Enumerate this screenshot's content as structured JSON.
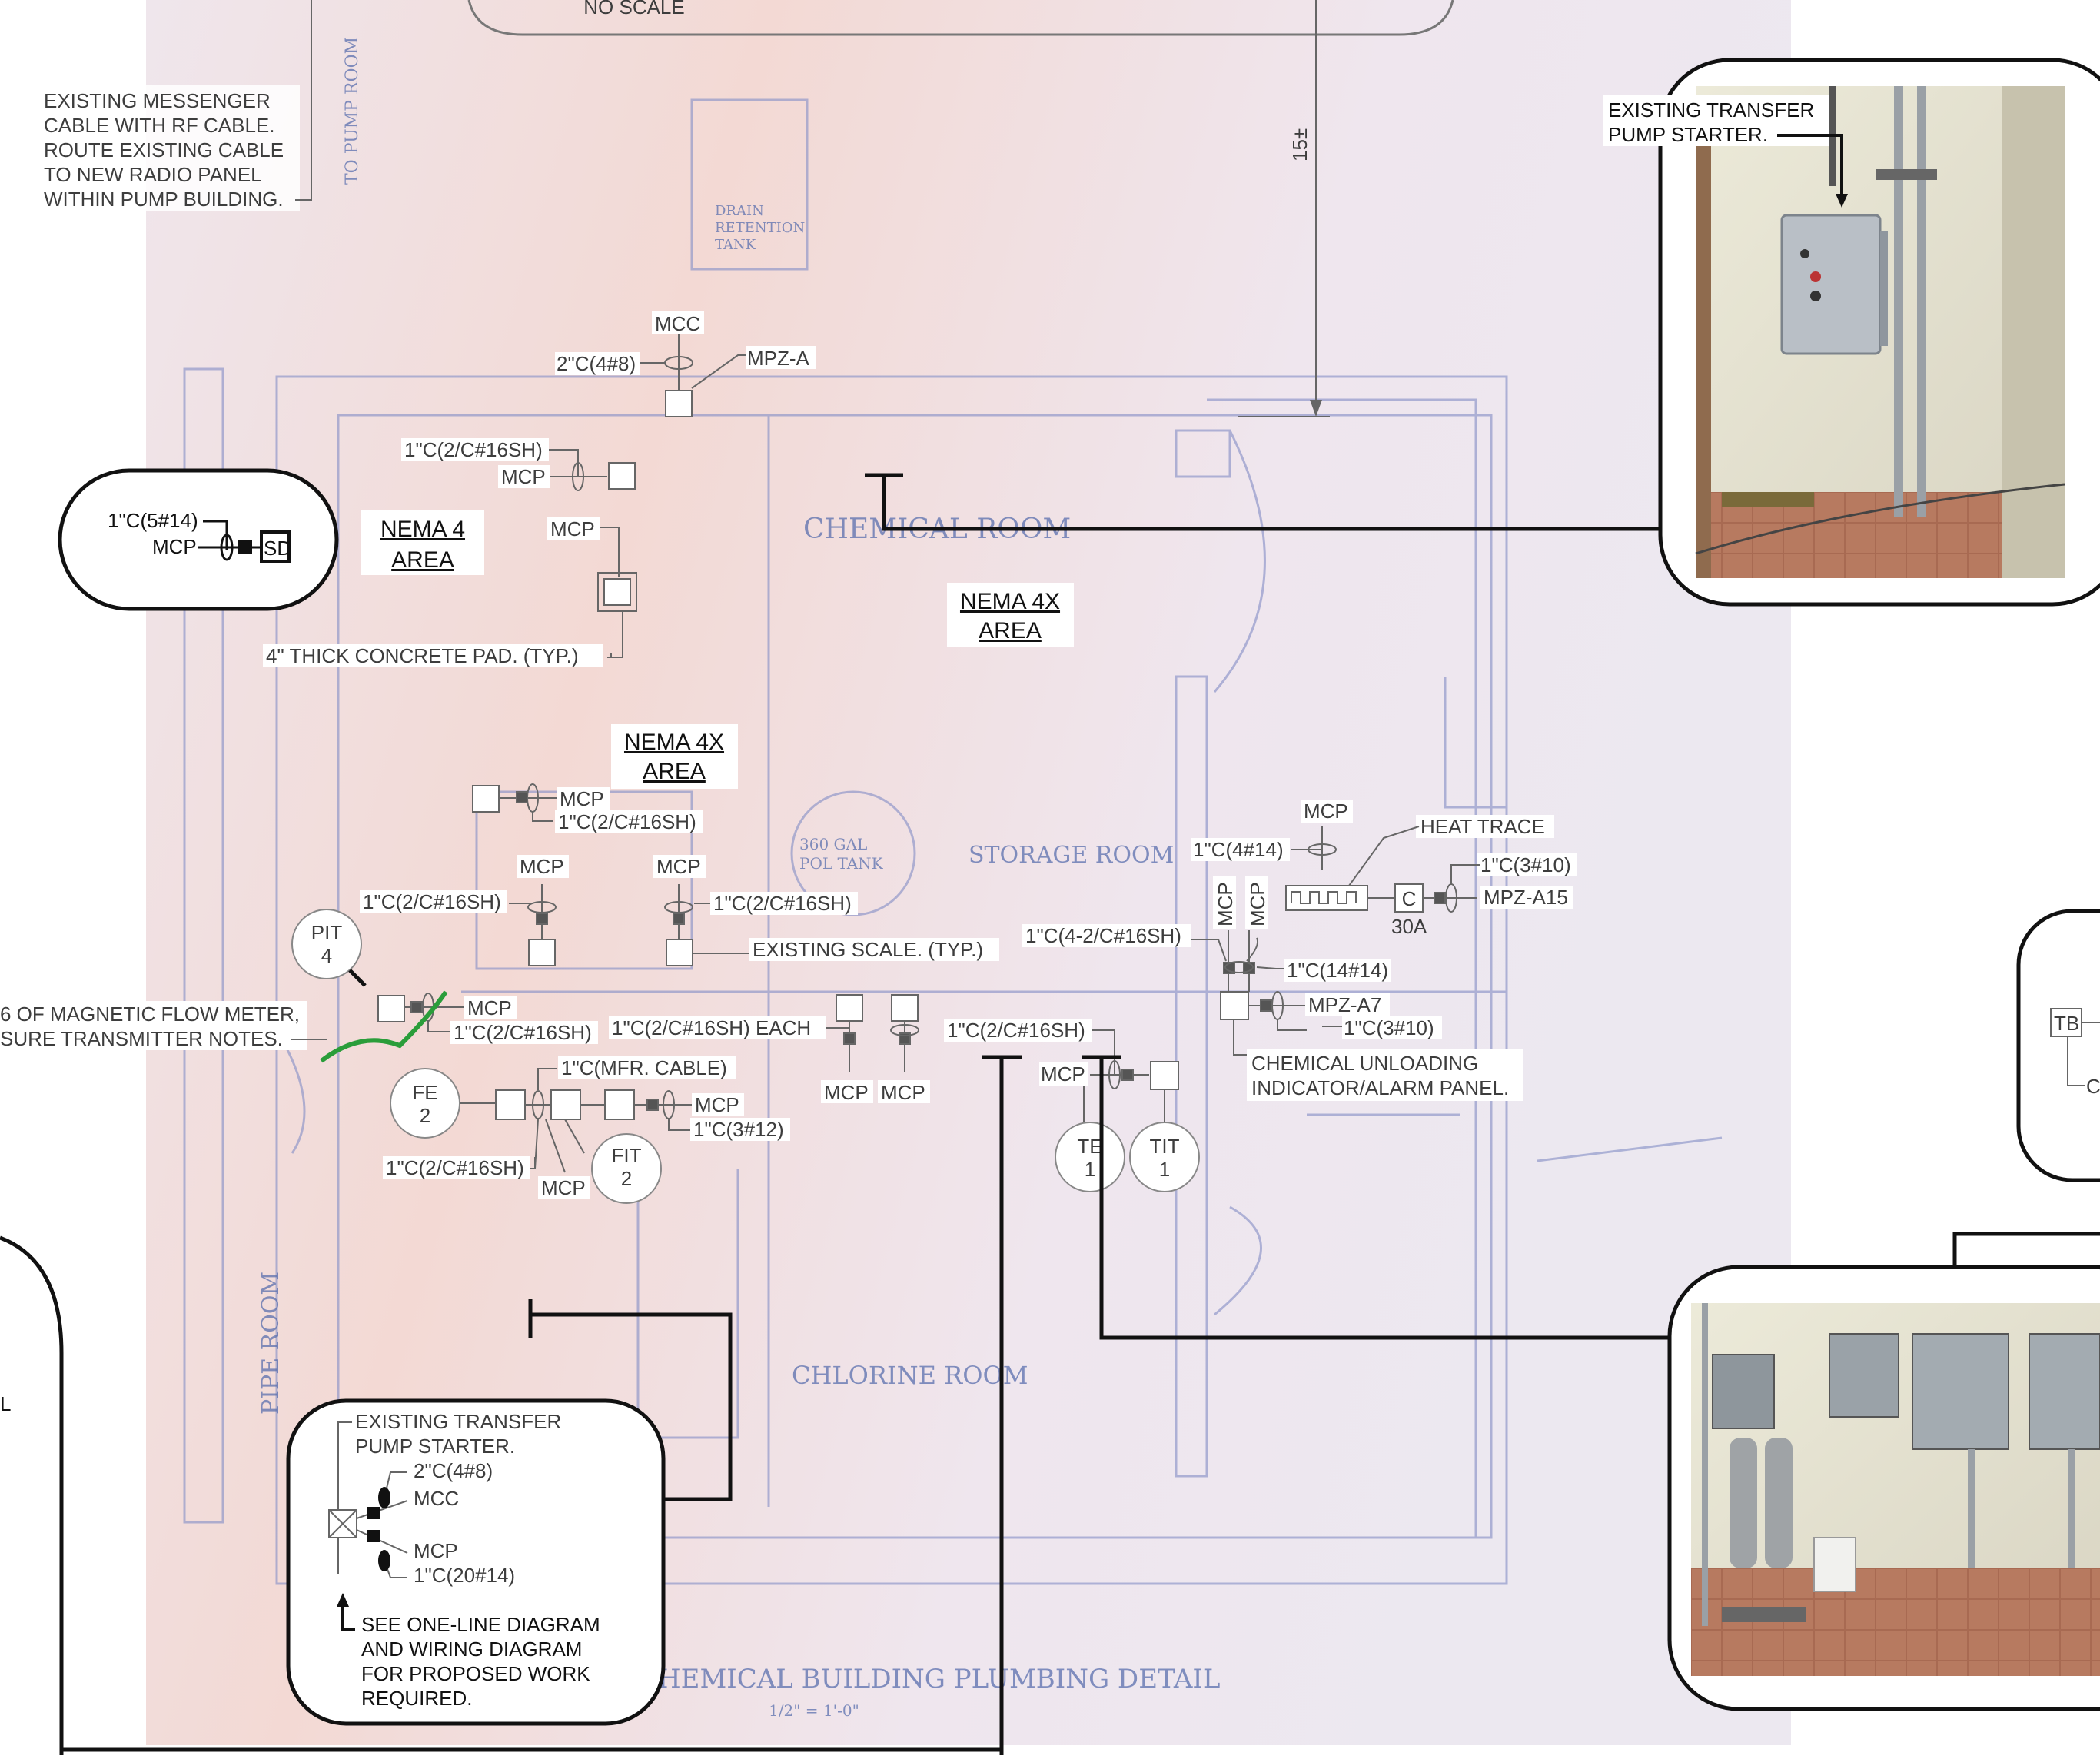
{
  "top_note": "NO SCALE",
  "dim_15": "15±",
  "rooms": {
    "chemical": "CHEMICAL ROOM",
    "storage": "STORAGE ROOM",
    "chlorine": "CHLORINE ROOM",
    "pipe": "PIPE ROOM",
    "to_pump": "TO PUMP ROOM",
    "drain_tank": [
      "DRAIN",
      "RETENTION",
      "TANK"
    ],
    "tank_360": [
      "360 GAL",
      "POL TANK"
    ],
    "plumbing_title": "CHEMICAL BUILDING PLUMBING DETAIL",
    "plumbing_scale": "1/2\" = 1'-0\""
  },
  "areas": {
    "nema4": [
      "NEMA 4",
      "AREA"
    ],
    "nema4x_top": [
      "NEMA 4X",
      "AREA"
    ],
    "nema4x_mid": [
      "NEMA 4X",
      "AREA"
    ]
  },
  "notes": {
    "messenger": [
      "EXISTING MESSENGER",
      "CABLE WITH RF CABLE.",
      "ROUTE EXISTING CABLE",
      "TO NEW RADIO PANEL",
      "WITHIN PUMP BUILDING."
    ],
    "concrete_pad": "4\" THICK CONCRETE PAD. (TYP.)",
    "existing_scale": "EXISTING SCALE. (TYP.)",
    "flow_meter": [
      "6 OF MAGNETIC FLOW METER,",
      "SURE TRANSMITTER NOTES."
    ],
    "heat_trace": "HEAT TRACE",
    "unloading": [
      "CHEMICAL UNLOADING",
      "INDICATOR/ALARM PANEL."
    ],
    "transfer_callout": [
      "EXISTING TRANSFER",
      "PUMP STARTER."
    ],
    "see_oneline": [
      "SEE ONE-LINE DIAGRAM",
      "AND WIRING DIAGRAM",
      "FOR PROPOSED WORK",
      "REQUIRED."
    ],
    "photo_label": [
      "EXISTING TRANSFER",
      "PUMP STARTER."
    ],
    "left_edge_char": "L",
    "right_tb": "TB",
    "right_c": "C"
  },
  "conduits": {
    "c2_4_8": "2\"C(4#8)",
    "c1_2c16_a": "1\"C(2/C#16SH)",
    "c1_5_14": "1\"C(5#14)",
    "c1_2c16_b": "1\"C(2/C#16SH)",
    "c1_2c16_c": "1\"C(2/C#16SH)",
    "c1_2c16_d": "1\"C(2/C#16SH)",
    "c1_2c16_e": "1\"C(2/C#16SH)",
    "c1_2c16_each": "1\"C(2/C#16SH) EACH",
    "c1_mfr": "1\"C(MFR. CABLE)",
    "c1_3_12": "1\"C(3#12)",
    "c1_2c16_f": "1\"C(2/C#16SH)",
    "c1_2c16_g": "1\"C(2/C#16SH)",
    "c1_4_14": "1\"C(4#14)",
    "c1_3_10a": "1\"C(3#10)",
    "c1_4_2c16": "1\"C(4-2/C#16SH)",
    "c1_14_14": "1\"C(14#14)",
    "c1_3_10b": "1\"C(3#10)",
    "callout_2_4_8": "2\"C(4#8)",
    "callout_1_20_14": "1\"C(20#14)"
  },
  "tags": {
    "mcc": "MCC",
    "mpz_a": "MPZ-A",
    "mpz_a15": "MPZ-A15",
    "mpz_a7": "MPZ-A7",
    "mcp": "MCP",
    "sd": "SD",
    "c_box": "C",
    "amp_30": "30A"
  },
  "instruments": [
    {
      "top": "PIT",
      "bottom": "4"
    },
    {
      "top": "FE",
      "bottom": "2"
    },
    {
      "top": "FIT",
      "bottom": "2"
    },
    {
      "top": "TE",
      "bottom": "1"
    },
    {
      "top": "TIT",
      "bottom": "1"
    }
  ]
}
